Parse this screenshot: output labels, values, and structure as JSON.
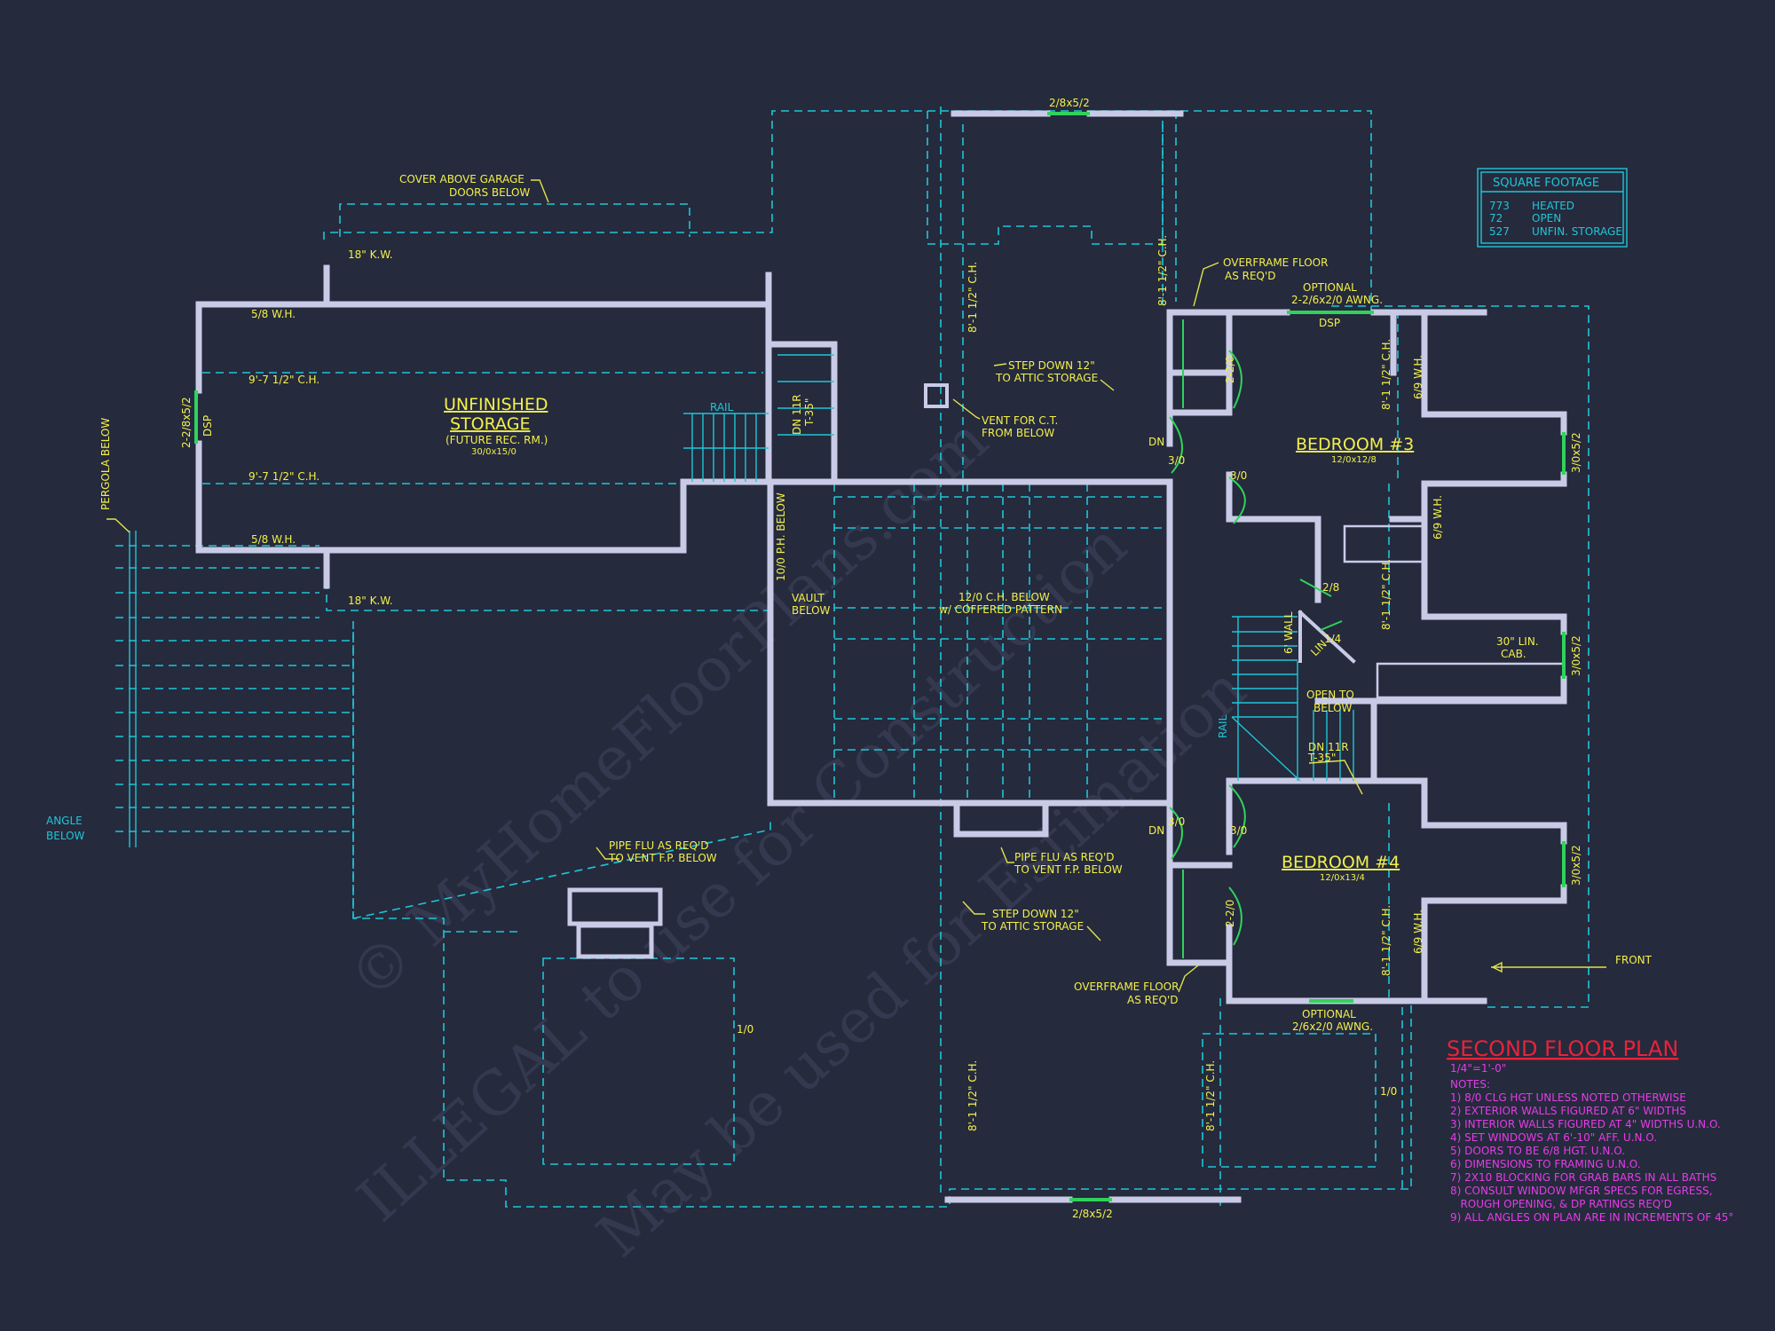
{
  "plan": {
    "title": "SECOND FLOOR PLAN",
    "scale": "1/4\"=1'-0\"",
    "notes_heading": "NOTES:",
    "notes": [
      "1) 8/0 CLG HGT UNLESS NOTED OTHERWISE",
      "2) EXTERIOR WALLS FIGURED AT 6\" WIDTHS",
      "3) INTERIOR WALLS FIGURED AT 4\" WIDTHS U.N.O.",
      "4) SET WINDOWS AT 6'-10\" AFF. U.N.O.",
      "5) DOORS TO BE 6/8 HGT. U.N.O.",
      "6) DIMENSIONS TO FRAMING U.N.O.",
      "7) 2X10 BLOCKING FOR GRAB BARS IN ALL BATHS",
      "8) CONSULT WINDOW MFGR SPECS FOR EGRESS,",
      "   ROUGH OPENING, & DP RATINGS REQ'D",
      "9) ALL ANGLES ON PLAN ARE IN INCREMENTS OF 45°"
    ]
  },
  "square_footage": {
    "title": "SQUARE FOOTAGE",
    "rows": [
      {
        "value": "773",
        "label": "HEATED"
      },
      {
        "value": "72",
        "label": "OPEN"
      },
      {
        "value": "527",
        "label": "UNFIN. STORAGE"
      }
    ]
  },
  "rooms": {
    "storage_name1": "UNFINISHED",
    "storage_name2": "STORAGE",
    "storage_sub": "(FUTURE REC. RM.)",
    "storage_dims": "30/0x15/0",
    "bed3_name": "BEDROOM #3",
    "bed3_dims": "12/0x12/8",
    "bed4_name": "BEDROOM #4",
    "bed4_dims": "12/0x13/4"
  },
  "labels": {
    "cover_garage1": "COVER ABOVE GARAGE",
    "cover_garage2": "DOORS BELOW",
    "kw_top": "18\" K.W.",
    "kw_bottom": "18\" K.W.",
    "wh_58_top": "5/8 W.H.",
    "wh_58_bottom": "5/8 W.H.",
    "ch_storage_top": "9'-7 1/2\" C.H.",
    "ch_storage_bottom": "9'-7 1/2\" C.H.",
    "win_left": "2-2/8x5/2",
    "dsp_left": "DSP",
    "pergola": "PERGOLA BELOW",
    "rail_top": "RAIL",
    "dn_stairs": "DN 11R",
    "dn_stairs_rise": "T-35\"",
    "win_top": "2/8x5/2",
    "ch_attic_top": "8'-1 1/2\" C.H.",
    "ch_attic_right": "8'-1 1/2\" C.H.",
    "step_down1_a": "STEP DOWN 12\"",
    "step_down1_b": "TO ATTIC STORAGE",
    "vent1": "VENT FOR C.T.",
    "vent2": "FROM BELOW",
    "overframe_top1": "OVERFRAME FLOOR",
    "overframe_top2": "AS REQ'D",
    "optional_top1": "OPTIONAL",
    "optional_top2": "2-2/6x2/0 AWNG.",
    "dsp_top": "DSP",
    "ph_below": "10/0 P.H. BELOW",
    "vault": "VAULT",
    "vault_below": "BELOW",
    "ch_below1": "12/0 C.H. BELOW",
    "ch_below2": "w/ COFFERED PATTERN",
    "angle1": "ANGLE",
    "angle2": "BELOW",
    "pipe_left1": "PIPE FLU AS REQ'D",
    "pipe_left2": "TO VENT F.P. BELOW",
    "pipe_mid1": "PIPE FLU AS REQ'D",
    "pipe_mid2": "TO VENT F.P. BELOW",
    "step_down2_a": "STEP DOWN 12\"",
    "step_down2_b": "TO ATTIC STORAGE",
    "overframe_bot1": "OVERFRAME FLOOR",
    "overframe_bot2": "AS REQ'D",
    "optional_bot1": "OPTIONAL",
    "optional_bot2": "2/6x2/0 AWNG.",
    "ch_bottom_mid": "8'-1 1/2\" C.H.",
    "ch_bottom_right": "8'-1 1/2\" C.H.",
    "win_bottom": "2/8x5/2",
    "slope_left": "1/0",
    "slope_right": "1/0",
    "front": "FRONT",
    "dn_upper": "DN",
    "dn_lower": "DN",
    "door_30_a": "3/0",
    "door_30_b": "3/0",
    "door_30_c": "3/0",
    "door_30_d": "3/0",
    "door_220_a": "2-2/0",
    "door_220_b": "2-2/0",
    "wh69_a": "6/9 W.H.",
    "wh69_b": "6/9 W.H.",
    "wh69_c": "6/9 W.H.",
    "wh6_stair": "6' WALL",
    "ch_bed3": "8'-1 1/2\" C.H.",
    "ch_bath": "8'-1 1/2\" C.H.",
    "ch_bed4": "8'-1 1/2\" C.H.",
    "win_bed3": "3/0x5/2",
    "win_bath": "3/0x5/2",
    "win_bed4": "3/0x5/2",
    "door_28": "2/8",
    "door_14": "1/4",
    "lin": "LIN",
    "lin_cab1": "30\" LIN.",
    "lin_cab2": "CAB.",
    "open_below1": "OPEN TO",
    "open_below2": "BELOW",
    "dn_11r_b": "DN 11R",
    "t35_b": "T-35\"",
    "rail_bottom": "RAIL"
  },
  "watermark": {
    "line1": "© MyHomeFloorPlans.com",
    "line2": "ILLEGAL to use for Construction",
    "line3": "May be used for Estimation"
  },
  "colors": {
    "background": "#252a3d",
    "wall": "#c9cbe6",
    "dashed": "#1fc6d6",
    "window": "#2fd35a",
    "text": "#f3f04a",
    "title": "#e8233a",
    "scale": "#e63ce6"
  }
}
